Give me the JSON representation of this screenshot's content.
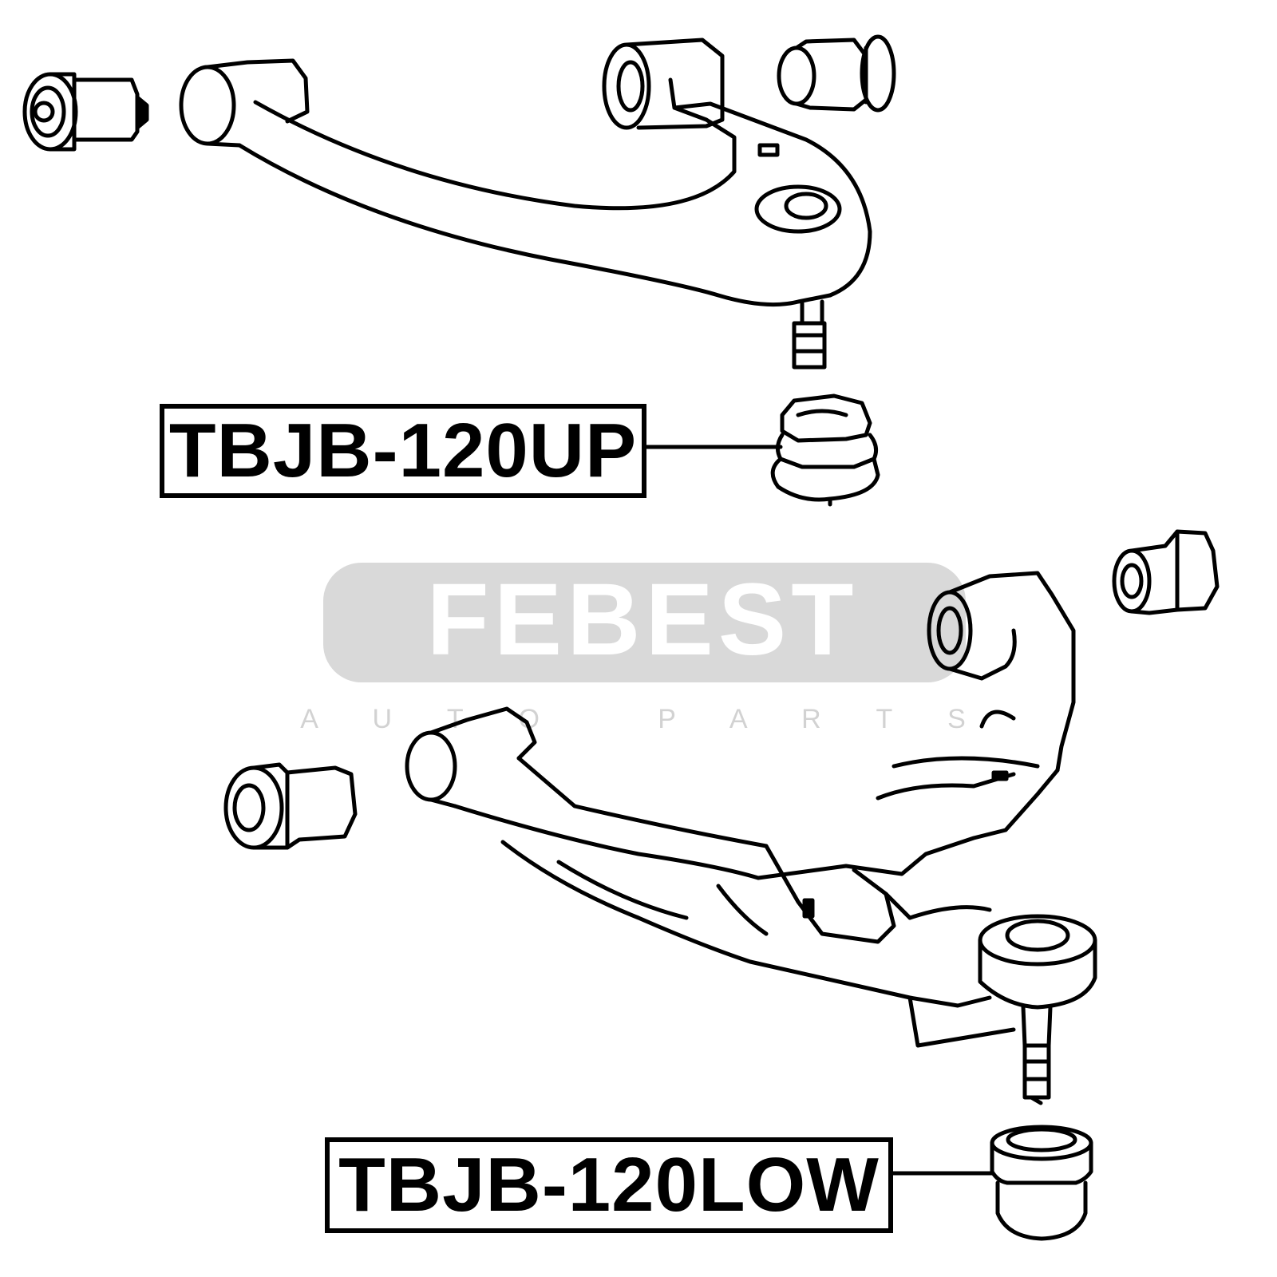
{
  "watermark": {
    "brand": "FEBEST",
    "tagline": "A U T O   P A R T S",
    "color": "#d2d2d2"
  },
  "labels": {
    "upper_part_number": "TBJB-120UP",
    "lower_part_number": "TBJB-120LOW"
  },
  "colors": {
    "line": "#000000",
    "background": "#ffffff"
  }
}
